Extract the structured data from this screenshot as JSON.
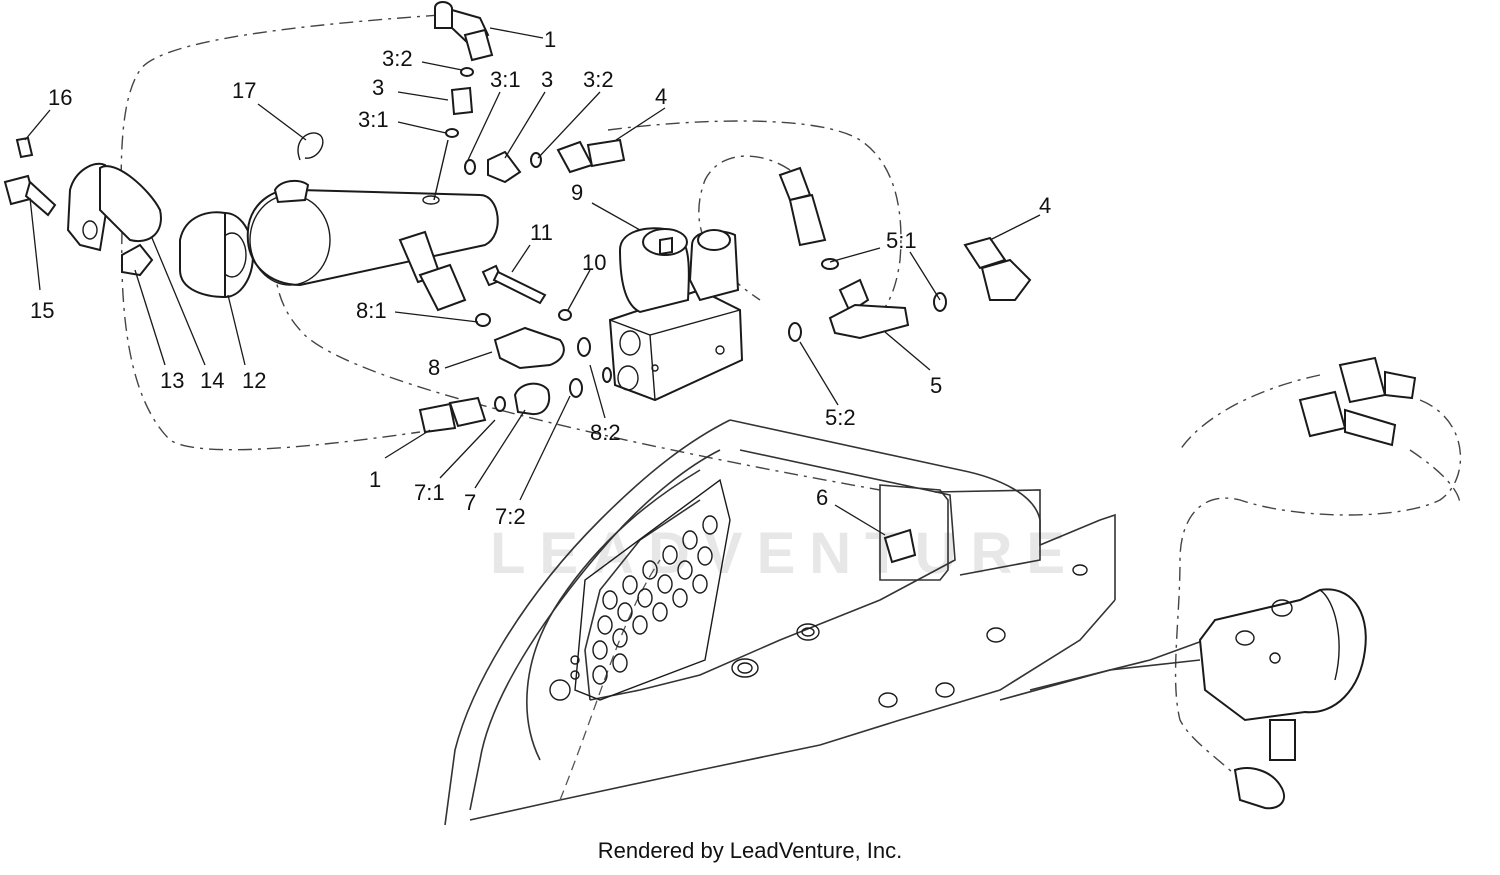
{
  "diagram": {
    "watermark": "LEADVENTURE",
    "footer": "Rendered by LeadVenture, Inc.",
    "callouts": [
      {
        "id": "c1a",
        "text": "1"
      },
      {
        "id": "c32a",
        "text": "3:2"
      },
      {
        "id": "c3a",
        "text": "3"
      },
      {
        "id": "c31a",
        "text": "3:1"
      },
      {
        "id": "c31b",
        "text": "3:1"
      },
      {
        "id": "c3b",
        "text": "3"
      },
      {
        "id": "c32b",
        "text": "3:2"
      },
      {
        "id": "c4a",
        "text": "4"
      },
      {
        "id": "c16",
        "text": "16"
      },
      {
        "id": "c17",
        "text": "17"
      },
      {
        "id": "c9",
        "text": "9"
      },
      {
        "id": "c4b",
        "text": "4"
      },
      {
        "id": "c11",
        "text": "11"
      },
      {
        "id": "c10",
        "text": "10"
      },
      {
        "id": "c51",
        "text": "5:1"
      },
      {
        "id": "c15",
        "text": "15"
      },
      {
        "id": "c81",
        "text": "8:1"
      },
      {
        "id": "c13",
        "text": "13"
      },
      {
        "id": "c14",
        "text": "14"
      },
      {
        "id": "c12",
        "text": "12"
      },
      {
        "id": "c8",
        "text": "8"
      },
      {
        "id": "c5",
        "text": "5"
      },
      {
        "id": "c52",
        "text": "5:2"
      },
      {
        "id": "c82",
        "text": "8:2"
      },
      {
        "id": "c1b",
        "text": "1"
      },
      {
        "id": "c71",
        "text": "7:1"
      },
      {
        "id": "c7",
        "text": "7"
      },
      {
        "id": "c72",
        "text": "7:2"
      },
      {
        "id": "c6",
        "text": "6"
      }
    ]
  }
}
